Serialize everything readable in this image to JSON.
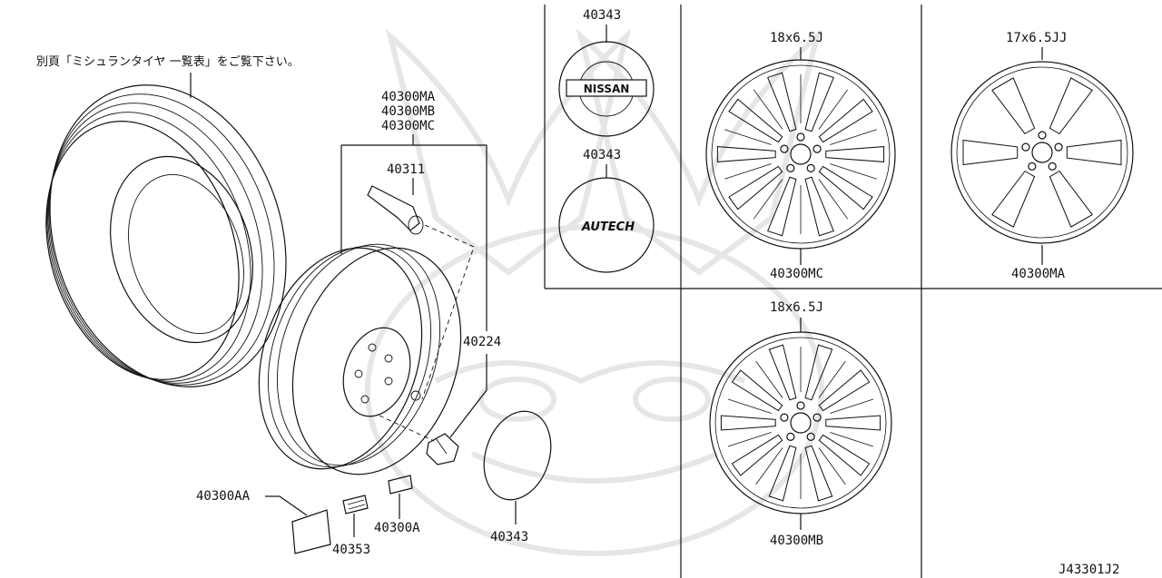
{
  "note_text": "別頁「ミシュランタイヤ 一覧表」をご覧下さい。",
  "parts": {
    "valve_group": [
      "40300MA",
      "40300MB",
      "40300MC"
    ],
    "valve": "40311",
    "wheel_nut": "40224",
    "balance_weight_a": "40300AA",
    "balance_weight_b": "40353",
    "balance_weight_c": "40300A",
    "center_cap_plain": "40343"
  },
  "panels": {
    "cap_nissan": {
      "part": "40343",
      "logo": "NISSAN"
    },
    "cap_autech": {
      "part": "40343",
      "logo": "AUTECH"
    },
    "wheel_mc": {
      "size": "18x6.5J",
      "part": "40300MC"
    },
    "wheel_ma": {
      "size": "17x6.5JJ",
      "part": "40300MA"
    },
    "wheel_mb": {
      "size": "18x6.5J",
      "part": "40300MB"
    }
  },
  "diagram_code": "J43301J2"
}
